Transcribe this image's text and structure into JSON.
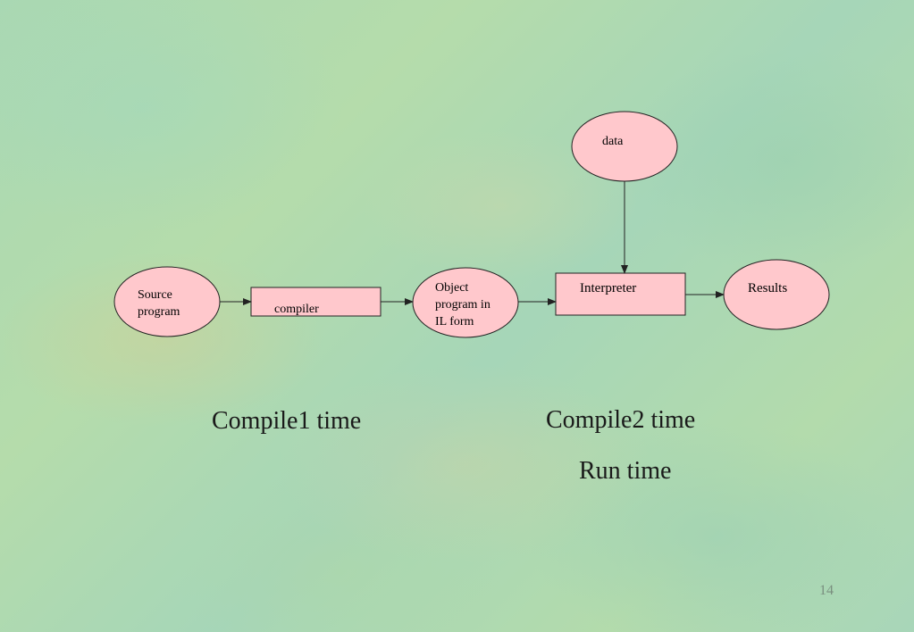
{
  "diagram": {
    "nodes": {
      "source_program": "Source\nprogram",
      "compiler": "compiler",
      "object_program": "Object\nprogram in\nIL form",
      "interpreter": "Interpreter",
      "data": "data",
      "results": "Results"
    },
    "edges": [
      {
        "from": "source_program",
        "to": "compiler"
      },
      {
        "from": "compiler",
        "to": "object_program"
      },
      {
        "from": "object_program",
        "to": "interpreter"
      },
      {
        "from": "data",
        "to": "interpreter"
      },
      {
        "from": "interpreter",
        "to": "results"
      }
    ],
    "colors": {
      "node_fill": "#ffc8cc",
      "stroke": "#222222"
    }
  },
  "labels": {
    "compile1": "Compile1 time",
    "compile2": "Compile2 time",
    "run": "Run time"
  },
  "page_number": "14"
}
